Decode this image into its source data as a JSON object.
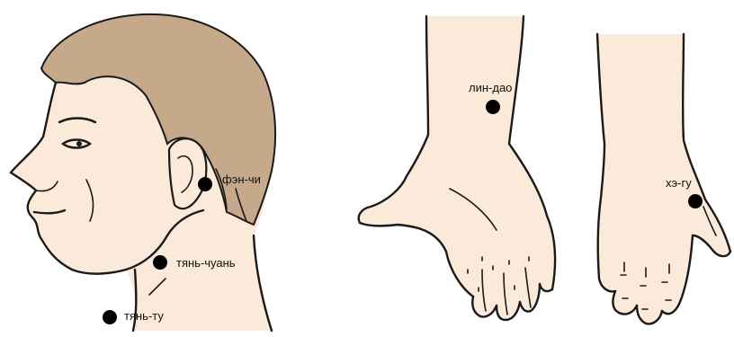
{
  "colors": {
    "skin": "#fbe9d9",
    "hair": "#c6a88a",
    "outline": "#1a1a1a",
    "point": "#000000"
  },
  "illustrations": [
    {
      "name": "head",
      "icon": "head-profile-icon"
    },
    {
      "name": "wrist-palm",
      "icon": "hand-palm-icon"
    },
    {
      "name": "hand-back",
      "icon": "hand-back-icon"
    }
  ],
  "points": [
    {
      "id": "feng-chi",
      "label": "фэн-чи"
    },
    {
      "id": "tian-chuang",
      "label": "тянь-чуань"
    },
    {
      "id": "tian-tu",
      "label": "тянь-ту"
    },
    {
      "id": "ling-dao",
      "label": "лин-дао"
    },
    {
      "id": "he-gu",
      "label": "хэ-гу"
    }
  ]
}
